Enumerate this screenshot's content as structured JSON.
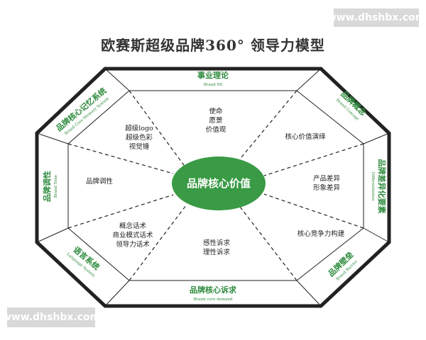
{
  "watermark_top": "www.dhshbx.com",
  "watermark_bottom": "www.dhshbx.com",
  "title": "欧赛斯超级品牌360° 领导力模型",
  "core": "品牌核心价值",
  "sections": {
    "top": {
      "cn": "事业理论",
      "en": "Brand MI"
    },
    "top_right": {
      "cn": "品牌概念",
      "en": "Brand Concept"
    },
    "right": {
      "cn": "品牌差异化要素",
      "en": "Differentiation"
    },
    "bottom_right": {
      "cn": "品牌壁垒",
      "en": "Brand Barrier"
    },
    "bottom": {
      "cn": "品牌核心诉求",
      "en": "Brand core demand"
    },
    "bottom_left": {
      "cn": "语言系统",
      "en": "Language System"
    },
    "left": {
      "cn": "品牌调性",
      "en": "Brand Tone"
    },
    "top_left": {
      "cn": "品牌核心记忆系统",
      "en": "Brand Core Memory System"
    }
  },
  "inner": {
    "top": [
      "使命",
      "愿景",
      "价值观"
    ],
    "top_right": [
      "核心价值演绎"
    ],
    "right": [
      "产品差异",
      "形象差异"
    ],
    "bottom_right": [
      "核心竞争力构建"
    ],
    "bottom": [
      "感性诉求",
      "理性诉求"
    ],
    "bottom_left": [
      "概念话术",
      "商业模式话术",
      "领导力话术"
    ],
    "left": [
      "品牌调性"
    ],
    "top_left": [
      "超级logo",
      "超级色彩",
      "视觉锤"
    ]
  },
  "colors": {
    "green": "#2e8b3e",
    "core_fill": "#3a9a45",
    "border": "#222222"
  }
}
